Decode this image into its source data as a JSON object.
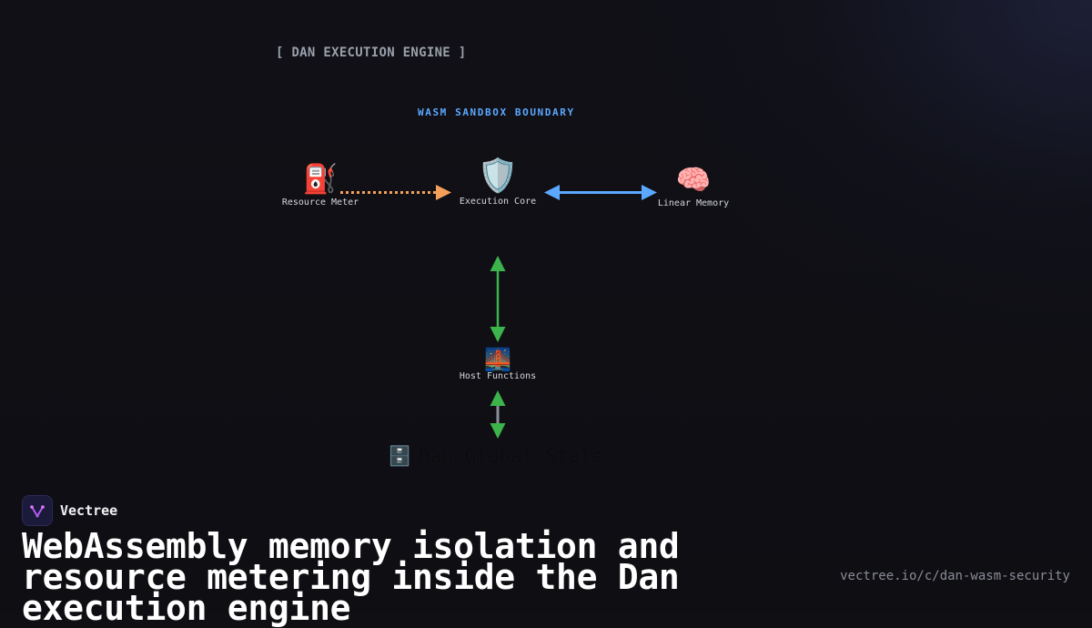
{
  "diagram": {
    "title": "[ DAN EXECUTION ENGINE ]",
    "sandbox_label": "WASM SANDBOX BOUNDARY",
    "nodes": {
      "resource_meter": {
        "icon": "⛽",
        "icon_name": "fuel-pump-icon",
        "label": "Resource Meter"
      },
      "execution_core": {
        "icon": "🛡️",
        "icon_name": "shield-icon",
        "label": "Execution Core"
      },
      "linear_memory": {
        "icon": "🧠",
        "icon_name": "brain-icon",
        "label": "Linear Memory"
      },
      "host_functions": {
        "icon": "🌉",
        "icon_name": "bridge-icon",
        "label": "Host Functions"
      },
      "global_state": {
        "icon": "🗄️",
        "icon_name": "file-cabinet-icon",
        "label": "Dan Global State"
      }
    },
    "colors": {
      "meter_arrow": "#f5a05a",
      "memory_arrow": "#5ca8ff",
      "host_arrow": "#3cb44b",
      "sandbox_label": "#5ca8ff"
    }
  },
  "brand": {
    "name": "Vectree"
  },
  "headline": "WebAssembly memory isolation and resource metering inside the Dan execution engine",
  "source_url": "vectree.io/c/dan-wasm-security"
}
